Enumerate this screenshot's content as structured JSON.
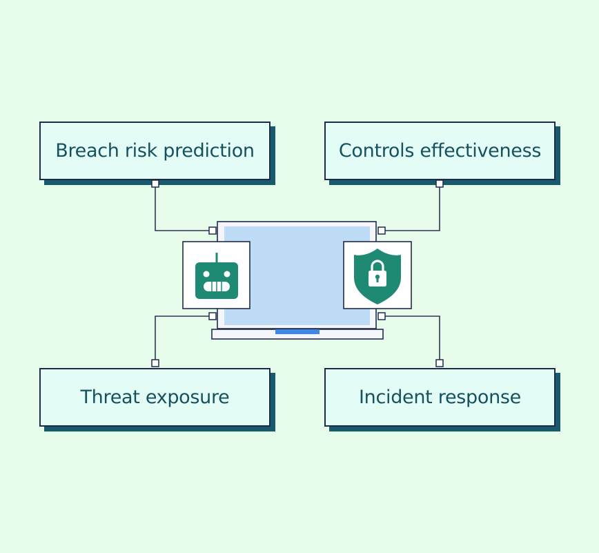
{
  "colors": {
    "background": "#e6fbea",
    "box_fill": "#e3fcf5",
    "box_border": "#1f2a4a",
    "box_shadow": "#175a6c",
    "text": "#16515f",
    "connector": "#2a3552",
    "laptop_frame": "#f4f6fb",
    "laptop_screen": "#bfdcf7",
    "laptop_trackpad": "#3f87e3",
    "icon_teal": "#1f8a74",
    "icon_card_fill": "#ffffff"
  },
  "boxes": {
    "top_left": {
      "label": "Breach risk prediction"
    },
    "top_right": {
      "label": "Controls effectiveness"
    },
    "bottom_left": {
      "label": "Threat exposure"
    },
    "bottom_right": {
      "label": "Incident response"
    }
  },
  "icons": {
    "left": "robot-icon",
    "right": "shield-lock-icon",
    "center": "laptop-icon"
  }
}
